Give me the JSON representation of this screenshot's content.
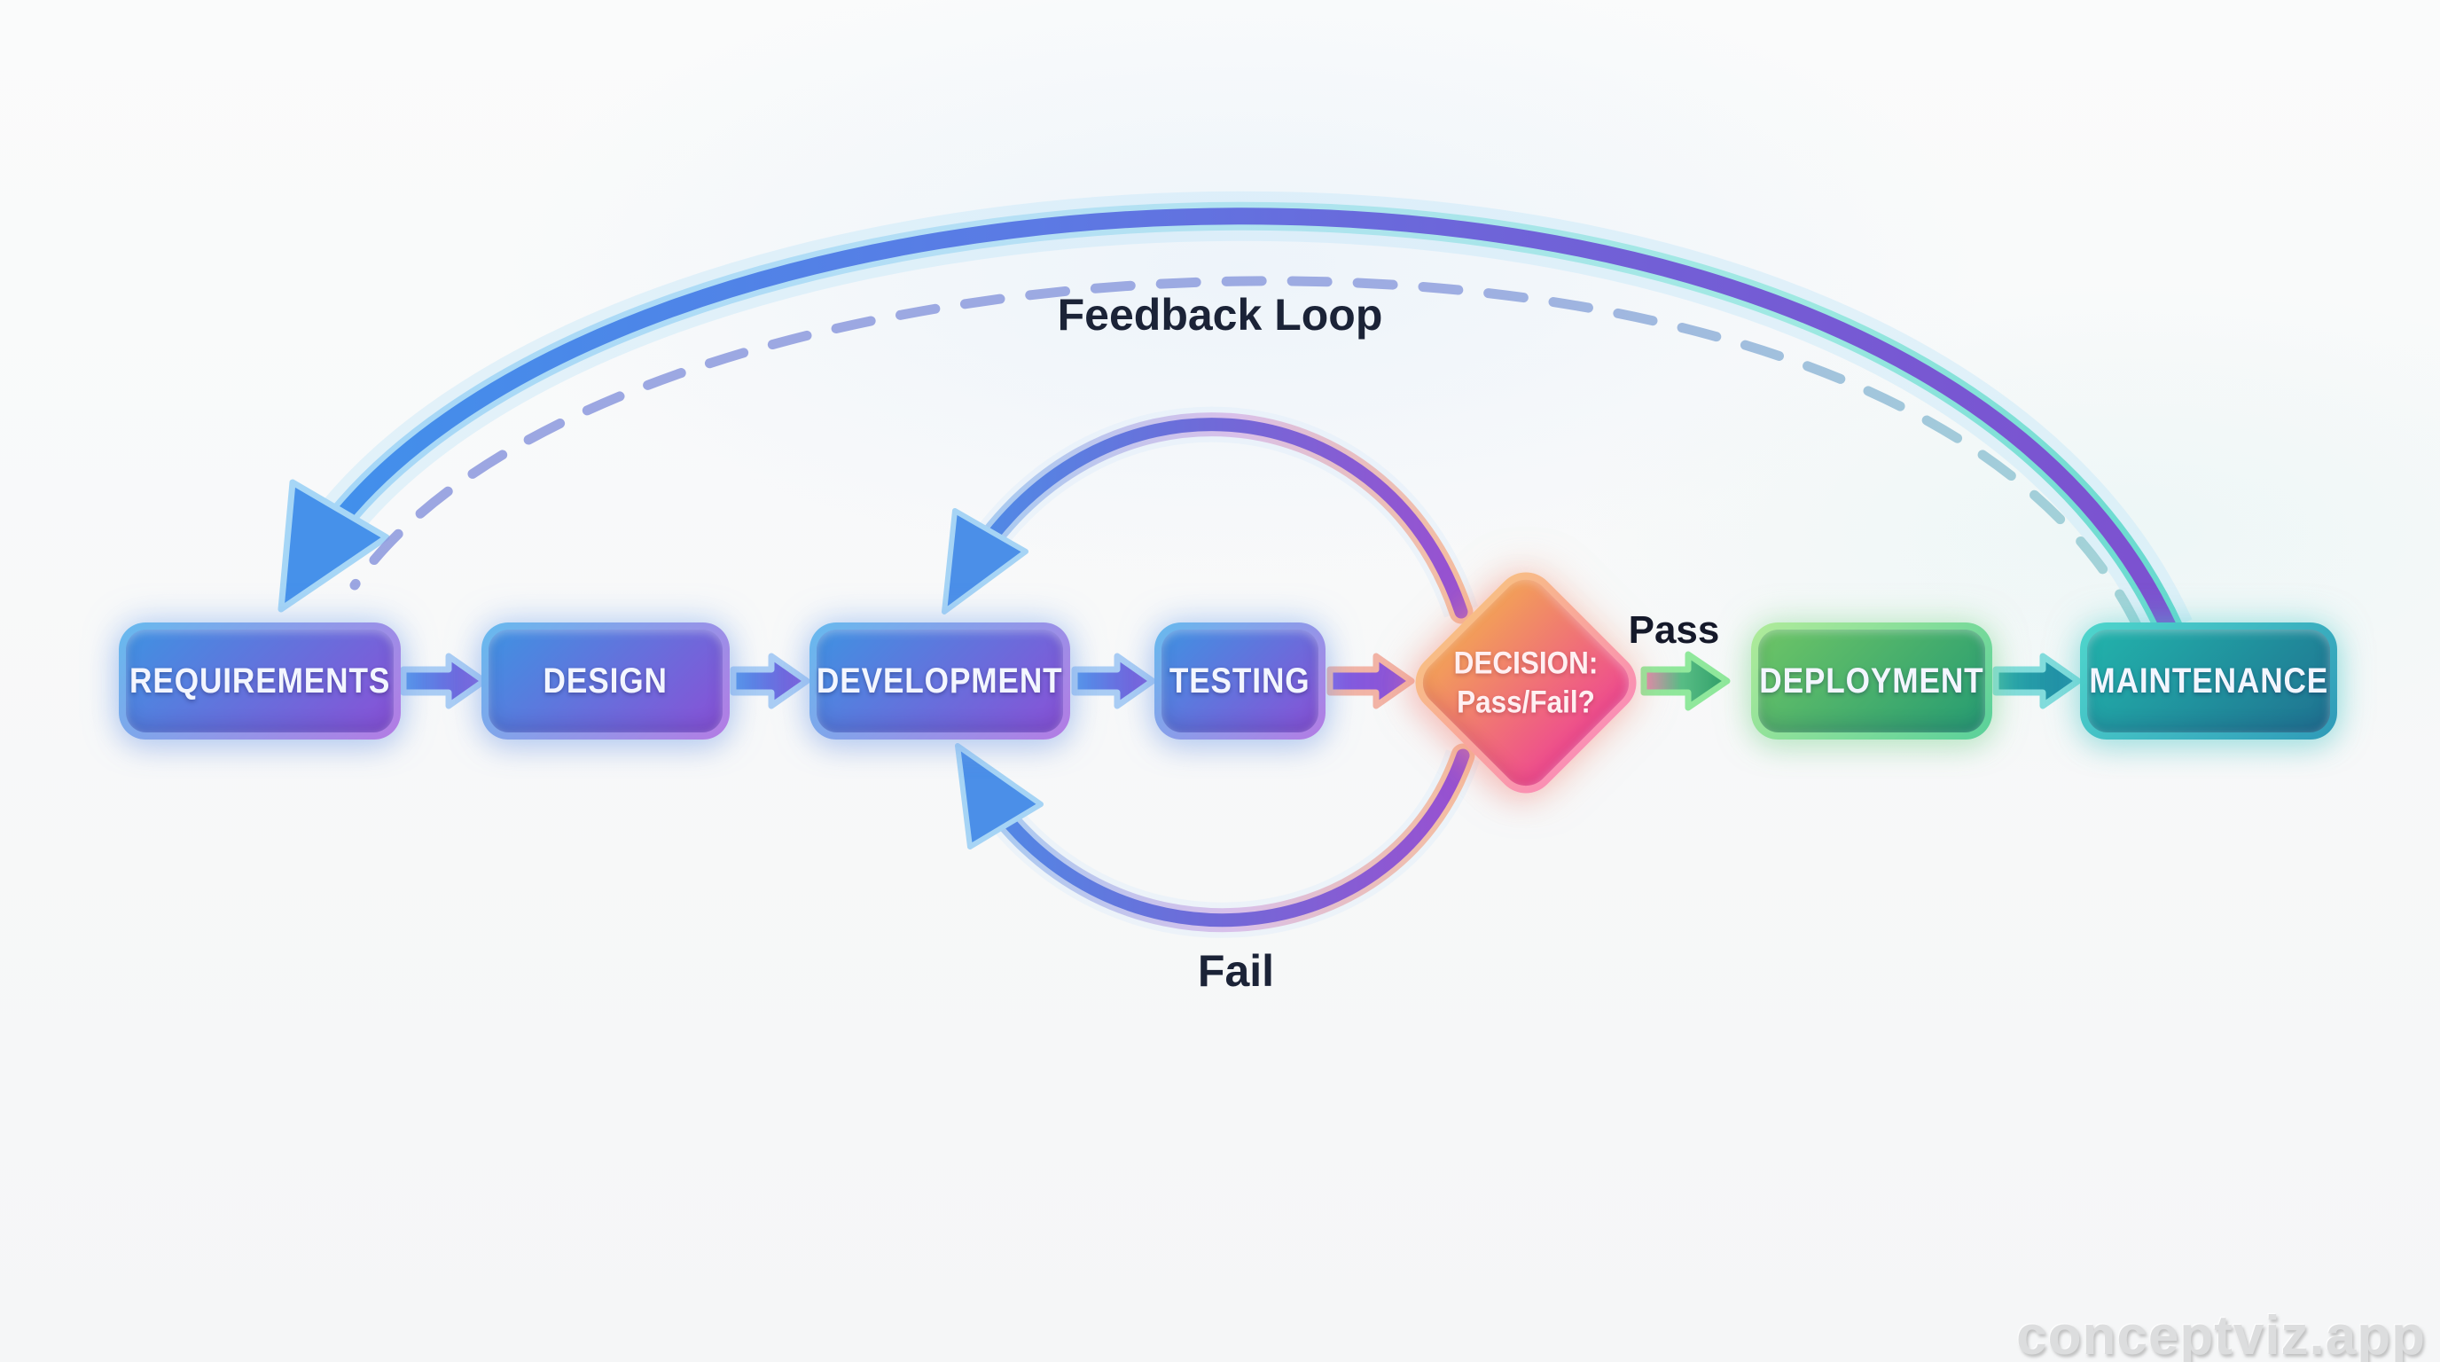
{
  "diagram": {
    "type": "flowchart",
    "watermark": "conceptviz.app",
    "nodes": [
      {
        "id": "requirements",
        "label": "REQUIREMENTS",
        "shape": "rounded-rect",
        "color_theme": "blue-purple"
      },
      {
        "id": "design",
        "label": "DESIGN",
        "shape": "rounded-rect",
        "color_theme": "blue-purple"
      },
      {
        "id": "development",
        "label": "DEVELOPMENT",
        "shape": "rounded-rect",
        "color_theme": "blue-purple"
      },
      {
        "id": "testing",
        "label": "TESTING",
        "shape": "rounded-rect",
        "color_theme": "blue-purple"
      },
      {
        "id": "decision",
        "label_line1": "DECISION:",
        "label_line2": "Pass/Fail?",
        "shape": "diamond",
        "color_theme": "orange-pink"
      },
      {
        "id": "deployment",
        "label": "DEPLOYMENT",
        "shape": "rounded-rect",
        "color_theme": "green"
      },
      {
        "id": "maintenance",
        "label": "MAINTENANCE",
        "shape": "rounded-rect",
        "color_theme": "teal"
      }
    ],
    "edges": [
      {
        "from": "requirements",
        "to": "design",
        "label": ""
      },
      {
        "from": "design",
        "to": "development",
        "label": ""
      },
      {
        "from": "development",
        "to": "testing",
        "label": ""
      },
      {
        "from": "testing",
        "to": "decision",
        "label": ""
      },
      {
        "from": "decision",
        "to": "deployment",
        "label": "Pass"
      },
      {
        "from": "deployment",
        "to": "maintenance",
        "label": ""
      },
      {
        "from": "decision",
        "to": "development",
        "label": "Fail",
        "style": "curved-loop"
      },
      {
        "from": "maintenance",
        "to": "requirements",
        "label": "Feedback Loop",
        "style": "large-arc-with-dashed-parallel"
      }
    ],
    "labels": {
      "feedback_loop": "Feedback Loop",
      "pass": "Pass",
      "fail": "Fail"
    },
    "colors": {
      "process_gradient": [
        "#3f92e2",
        "#8a50d6"
      ],
      "decision_gradient": [
        "#f2a058",
        "#ee4a90"
      ],
      "deployment_gradient": [
        "#6ec566",
        "#259b72"
      ],
      "maintenance_gradient": [
        "#22b4ac",
        "#1f7190"
      ],
      "feedback_arc_gradient": [
        "#3f92ec",
        "#7d51cf"
      ],
      "label_text": "#1b2337",
      "node_text": "#ffffff",
      "background": "#f8f9fa",
      "watermark_text": "#dcddde"
    }
  }
}
